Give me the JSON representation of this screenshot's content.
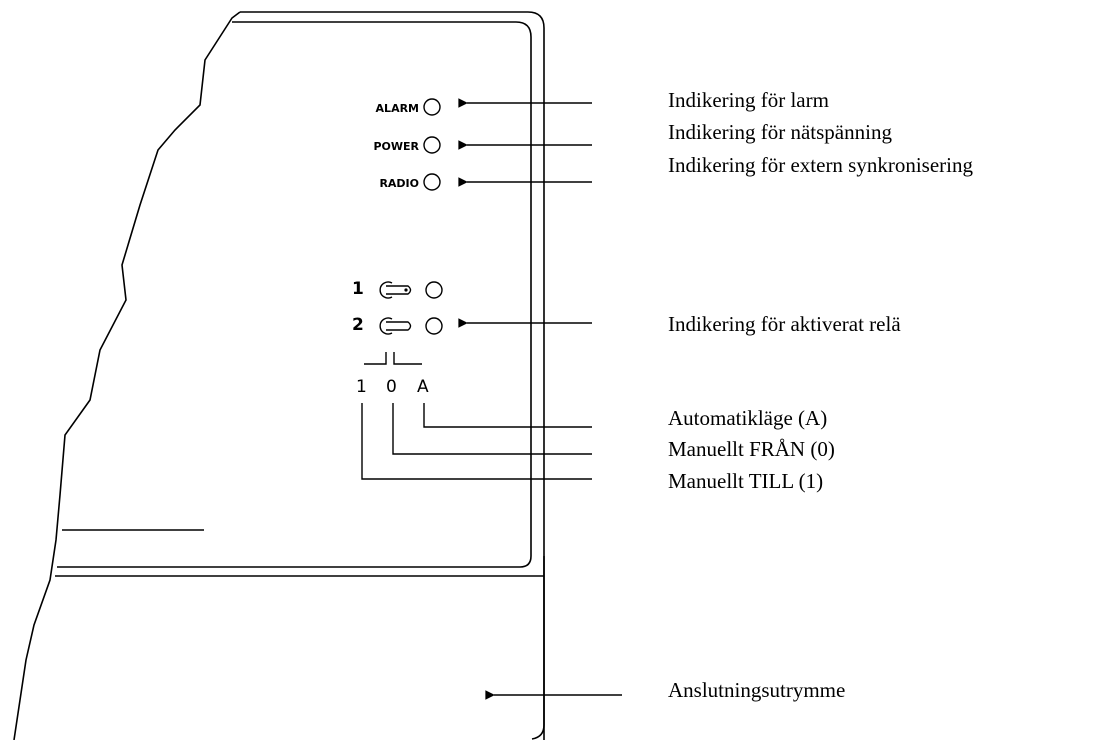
{
  "panel": {
    "indicators": [
      {
        "label": "ALARM",
        "icon": "led-icon"
      },
      {
        "label": "POWER",
        "icon": "led-icon"
      },
      {
        "label": "RADIO",
        "icon": "led-icon"
      }
    ],
    "relays": [
      {
        "number": "1",
        "icon": "key-switch-icon"
      },
      {
        "number": "2",
        "icon": "key-switch-icon"
      }
    ],
    "switch_positions": [
      "1",
      "0",
      "A"
    ]
  },
  "callouts": {
    "alarm": "Indikering för larm",
    "power": "Indikering för nätspänning",
    "radio": "Indikering för extern synkronisering",
    "relay": "Indikering för aktiverat relä",
    "auto": "Automatikläge (A)",
    "manual_off": "Manuellt FRÅN (0)",
    "manual_on": "Manuellt TILL (1)",
    "terminal": "Anslutningsutrymme"
  }
}
